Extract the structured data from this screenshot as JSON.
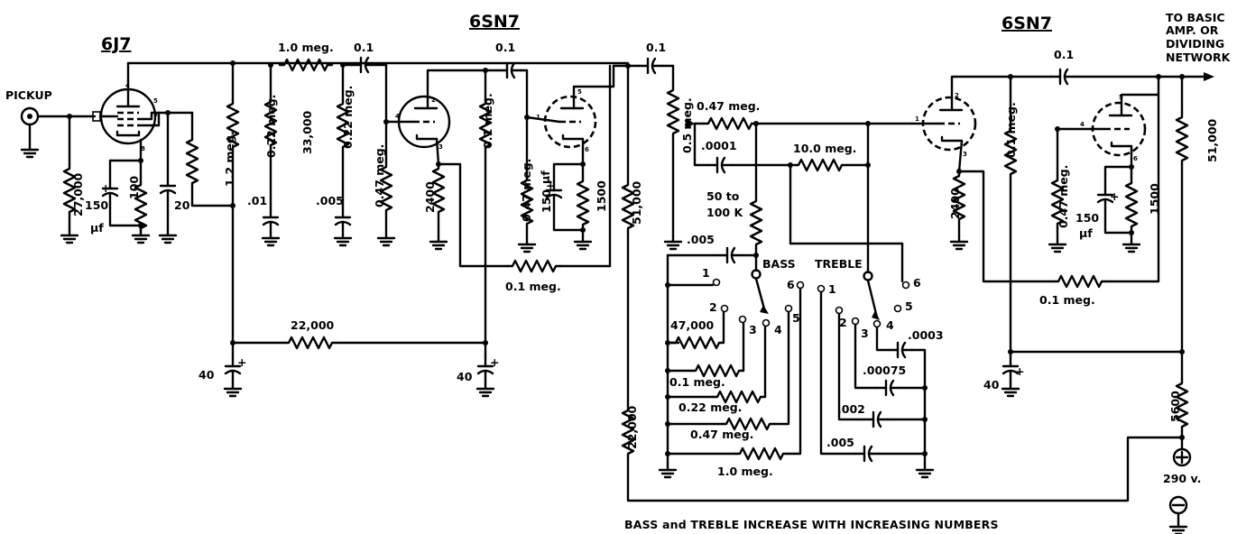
{
  "tubes": {
    "v1": "6J7",
    "v2": "6SN7",
    "v3": "6SN7"
  },
  "io": {
    "input": "PICKUP",
    "output_line1": "TO BASIC",
    "output_line2": "AMP.  OR",
    "output_line3": "DIVIDING",
    "output_line4": "NETWORK",
    "supply": "290 v."
  },
  "switches": {
    "bass": "BASS",
    "treble": "TREBLE",
    "positions": [
      "1",
      "2",
      "3",
      "4",
      "5",
      "6"
    ]
  },
  "components": {
    "r_27000": "27,000",
    "c_150uf_a": "150",
    "uf_a": "µf",
    "r_100": "100",
    "c_20": "20",
    "r_1_2meg": "1.2 meg.",
    "r_0_22meg_plate": "0.22 meg.",
    "r_1_0meg_series": "1.0 meg.",
    "r_33000": "33,000",
    "c_01": ".01",
    "c_0_1_a": "0.1",
    "r_0_22meg_b": "0.22 meg.",
    "c_005_a": ".005",
    "r_0_47meg_grid": "0.47 meg.",
    "r_2400_a": "2400",
    "r_0_1meg_plate_a": "0.1 meg.",
    "c_0_1_b": "0.1",
    "r_0_47meg_grid_b": "0.47 meg.",
    "c_150uf_b": "150",
    "uf_b": "µf",
    "r_1500_a": "1500",
    "r_51000_a": "51,000",
    "c_0_1_c": "0.1",
    "r_0_5meg_pot": "0.5 meg.",
    "r_0_47meg_tc": "0.47 meg.",
    "c_0001": ".0001",
    "r_10meg": "10.0 meg.",
    "r_50to100k_1": "50 to",
    "r_50to100k_2": "100 K",
    "c_005_bass": ".005",
    "r_0_1meg_fb_a": "0.1 meg.",
    "r_22000_dec": "22,000",
    "c_40_a": "40",
    "c_40_b": "40",
    "r_47000": "47,000",
    "r_0_1meg_bass": "0.1 meg.",
    "r_0_22meg_bass": "0.22 meg.",
    "r_0_47meg_bass": "0.47 meg.",
    "r_1_0meg_bass": "1.0 meg.",
    "r_22000_b": "22,000",
    "c_0003": ".0003",
    "c_00075": ".00075",
    "c_002": ".002",
    "c_005_treble": ".005",
    "r_2400_b": "2400",
    "r_0_1meg_plate_b": "0.1 meg.",
    "c_0_1_d": "0.1",
    "r_0_47meg_grid_c": "0.47 meg.",
    "c_150uf_c": "150",
    "uf_c": "µf",
    "r_1500_b": "1500",
    "r_51000_b": "51,000",
    "r_0_1meg_fb_b": "0.1 meg.",
    "c_40_c": "40",
    "r_5600": "5600"
  },
  "caption": "BASS and TREBLE INCREASE WITH INCREASING NUMBERS"
}
